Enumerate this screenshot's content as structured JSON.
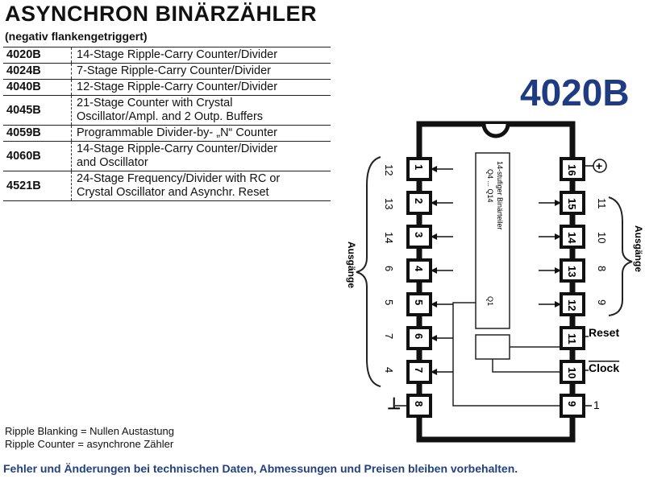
{
  "title": "ASYNCHRON BINÄRZÄHLER",
  "subtitle": "(negativ flankengetriggert)",
  "table": [
    {
      "code": "4020B",
      "lines": [
        "14-Stage Ripple-Carry Counter/Divider"
      ]
    },
    {
      "code": "4024B",
      "lines": [
        "7-Stage Ripple-Carry Counter/Divider"
      ]
    },
    {
      "code": "4040B",
      "lines": [
        "12-Stage Ripple-Carry Counter/Divider"
      ]
    },
    {
      "code": "4045B",
      "lines": [
        "21-Stage Counter with Crystal",
        "Oscillator/Ampl. and 2 Outp. Buffers"
      ]
    },
    {
      "code": "4059B",
      "lines": [
        "Programmable Divider-by- „N“ Counter"
      ]
    },
    {
      "code": "4060B",
      "lines": [
        "14-Stage Ripple-Carry Counter/Divider",
        "and Oscillator"
      ]
    },
    {
      "code": "4521B",
      "lines": [
        "24-Stage Frequency/Divider with RC or",
        "Crystal Oscillator and Asynchr. Reset"
      ]
    }
  ],
  "chip_name": "4020B",
  "notes": [
    "Ripple Blanking = Nullen Austastung",
    "Ripple Counter = asynchrone Zähler"
  ],
  "footer": "Fehler und Änderungen bei technischen Daten, Abmessungen und Preisen bleiben vorbehalten.",
  "diagram": {
    "left_pins": [
      "1",
      "2",
      "3",
      "4",
      "5",
      "6",
      "7",
      "8"
    ],
    "right_pins": [
      "16",
      "15",
      "14",
      "13",
      "12",
      "11",
      "10",
      "9"
    ],
    "left_outputs": [
      "12",
      "13",
      "14",
      "6",
      "5",
      "7",
      "4"
    ],
    "right_outputs": [
      "11",
      "10",
      "8",
      "9"
    ],
    "inner_block_text": "14-stufiger Binärteiler",
    "inner_block_sub": "Q4 ... Q14",
    "inner_q1": "Q1",
    "left_group_label": "Ausgänge",
    "right_group_label": "Ausgänge",
    "reset_label": "Reset",
    "clock_label": "Clock",
    "plus_symbol": "+",
    "gnd_symbol": "⊥",
    "pin9_symbol": "1"
  }
}
